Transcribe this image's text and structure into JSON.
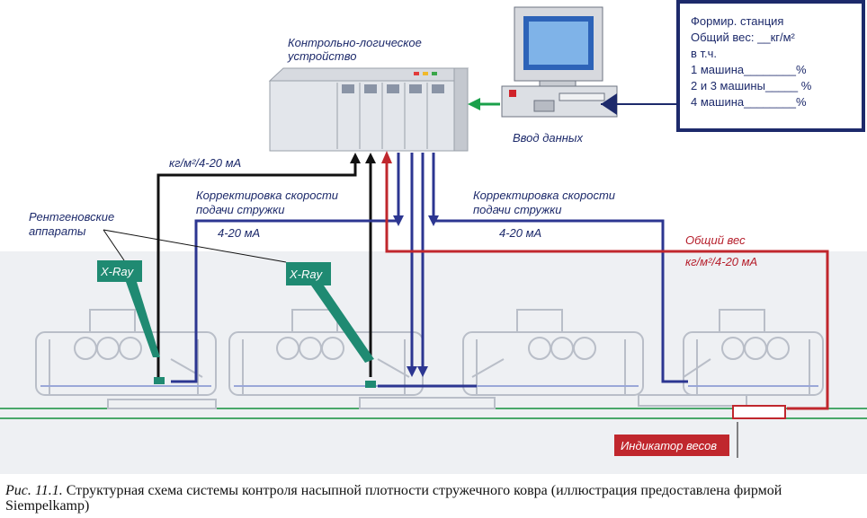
{
  "labels": {
    "plc_title_line1": "Контрольно-логическое",
    "plc_title_line2": "устройство",
    "data_input": "Ввод данных",
    "signal_left": "кг/м²/4-20 мА",
    "speed_left_line1": "Корректировка скорости",
    "speed_left_line2": "подачи стружки",
    "speed_right_line1": "Корректировка скорости",
    "speed_right_line2": "подачи стружки",
    "ma_left": "4-20 мА",
    "ma_right": "4-20 мА",
    "xray_devices_line1": "Рентгеновские",
    "xray_devices_line2": "аппараты",
    "xray_tag": "X-Ray",
    "total_weight": "Общий вес",
    "total_weight_signal": "кг/м²/4-20 мА",
    "weight_indicator": "Индикатор весов"
  },
  "screen": {
    "line1": "Формир. станция",
    "line2": "Общий вес: __кг/м²",
    "line3": "в т.ч.",
    "line4": "1 машина________%",
    "line5": "2 и 3 машины_____ %",
    "line6": "4 машина________%"
  },
  "caption": {
    "lead": "Рис. 11.1.",
    "text": " Структурная схема системы контроля насыпной плотности стружечного ковра (иллюстрация предоставлена фирмой Siempelkamp)"
  },
  "colors": {
    "blue_line": "#2c3691",
    "red_line": "#c0272d",
    "green_arrow": "#1aa04a",
    "xray_tag": "#1f8a72",
    "indicator": "#c0272d"
  }
}
